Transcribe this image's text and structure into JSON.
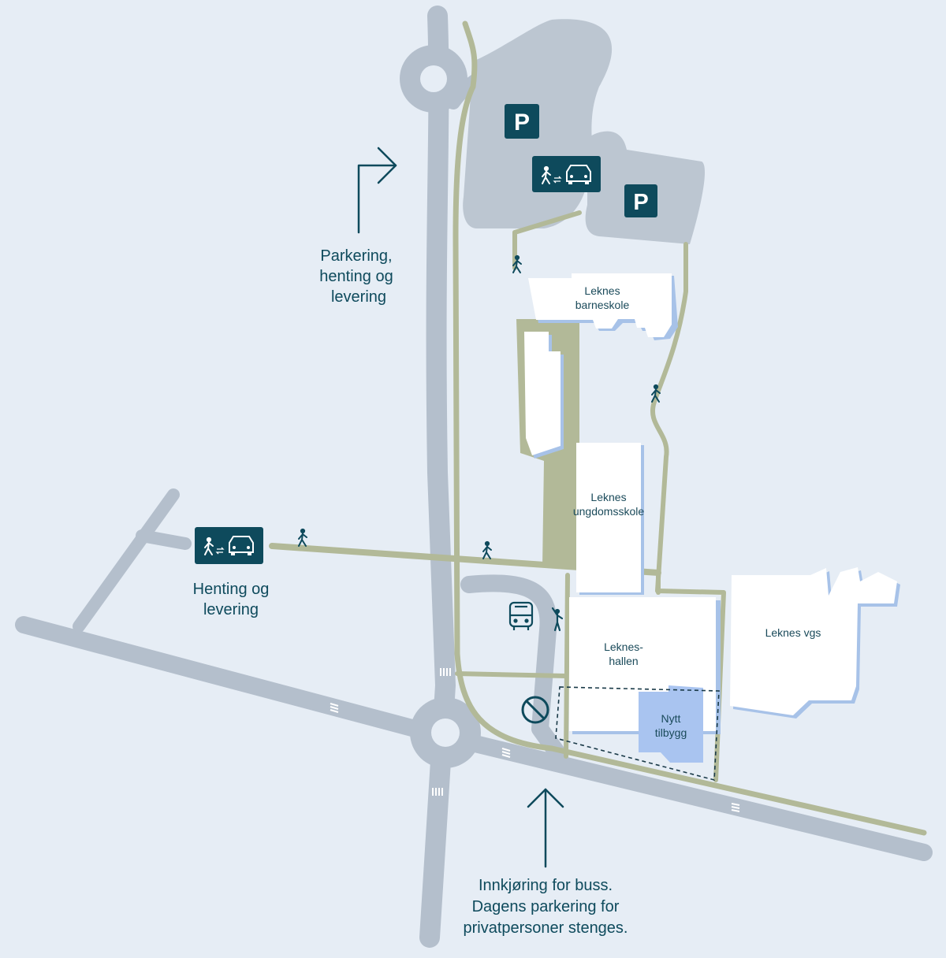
{
  "colors": {
    "background": "#e6edf5",
    "road": "#b4bfcc",
    "parking_area": "#bcc6d1",
    "footpath": "#b2b998",
    "building": "#ffffff",
    "building_shadow": "#a7c2e8",
    "new_extension": "#a9c4f0",
    "icon_dark": "#0e4a5c",
    "text": "#0e4a5c"
  },
  "buildings": {
    "barneskole": [
      "Leknes",
      "barneskole"
    ],
    "ungdomsskole": [
      "Leknes",
      "ungdomsskole"
    ],
    "hallen": [
      "Leknes-",
      "hallen"
    ],
    "vgs": [
      "Leknes vgs"
    ],
    "tilbygg": [
      "Nytt",
      "tilbygg"
    ]
  },
  "callouts": {
    "parking": [
      "Parkering,",
      "henting og",
      "levering"
    ],
    "pickup": [
      "Henting og",
      "levering"
    ],
    "bus_entry": [
      "Innkjøring for buss.",
      "Dagens parkering for",
      "privatpersoner stenges."
    ]
  },
  "icons": {
    "parking_sign_1": {
      "name": "parking-sign-icon",
      "glyph": "P"
    },
    "parking_sign_2": {
      "name": "parking-sign-icon",
      "glyph": "P"
    },
    "pickup_sign_top": {
      "name": "pickup-dropoff-icon"
    },
    "pickup_sign_left": {
      "name": "pickup-dropoff-icon"
    },
    "bus": {
      "name": "bus-icon"
    },
    "no_entry": {
      "name": "no-entry-icon"
    }
  }
}
